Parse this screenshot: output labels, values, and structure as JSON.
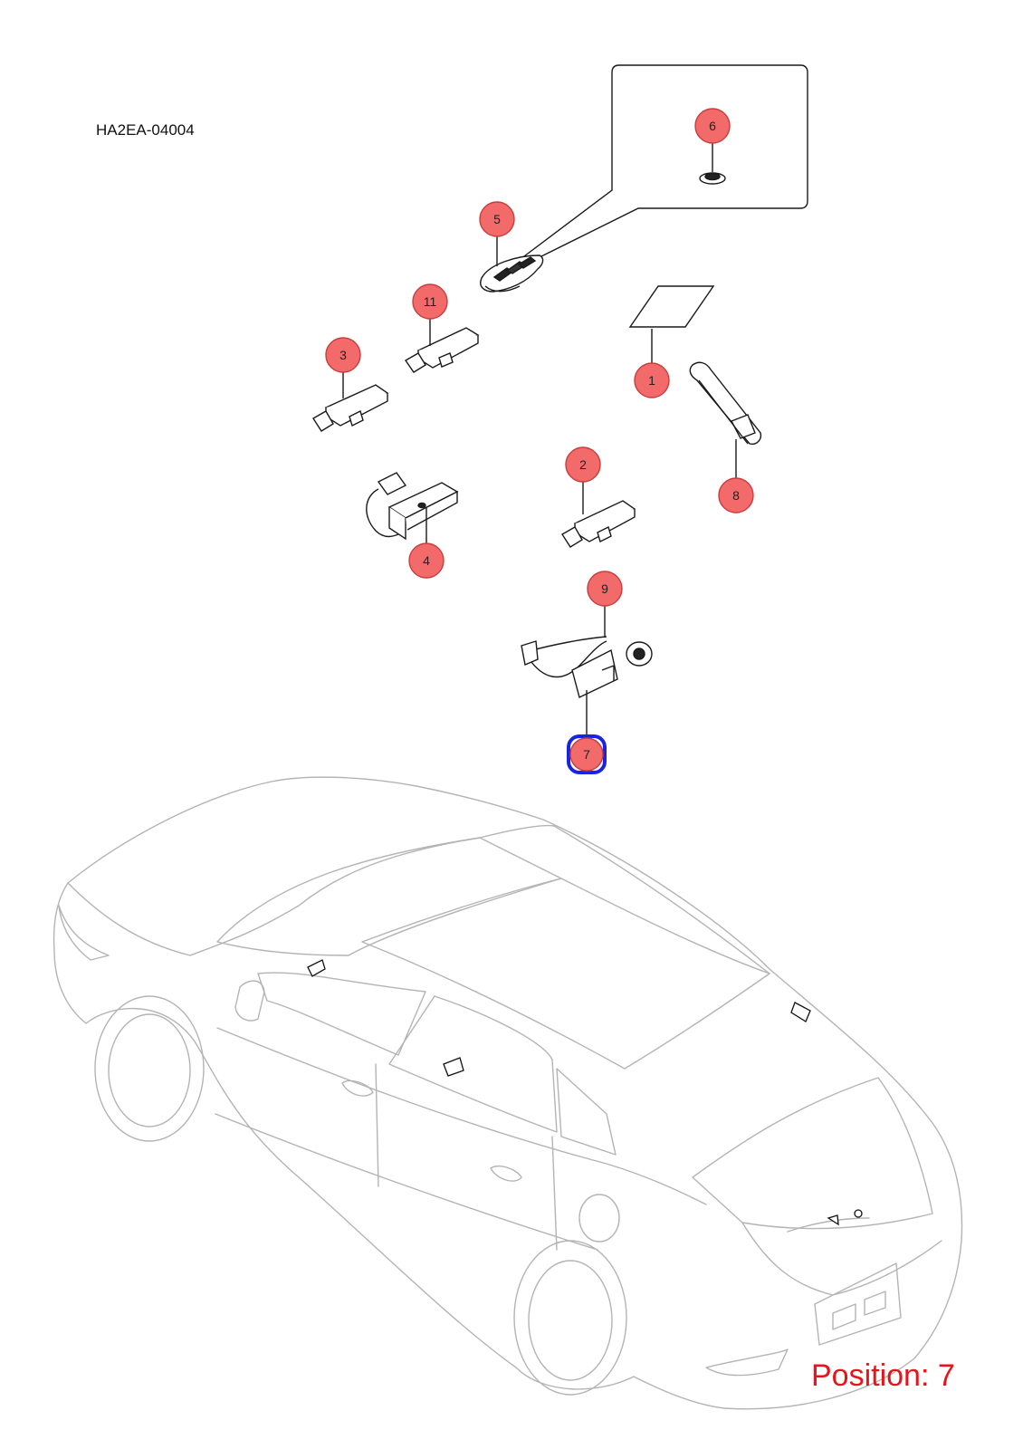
{
  "diagram": {
    "code": "HA2EA-04004",
    "position_label": "Position: 7",
    "selected_callout": "7",
    "colors": {
      "callout_fill": "#f26a6a",
      "callout_stroke": "#c83c3c",
      "selected_ring": "#1a22e6",
      "line_art": "#1a1a1a",
      "car_outline": "#b4b4b4",
      "position_text": "#e8141c"
    },
    "callouts": [
      {
        "label": "1",
        "part": "sticker-sheet"
      },
      {
        "label": "2",
        "part": "door-handle-antenna"
      },
      {
        "label": "3",
        "part": "door-handle-antenna"
      },
      {
        "label": "4",
        "part": "bracket-sensor"
      },
      {
        "label": "5",
        "part": "smart-key-fob"
      },
      {
        "label": "6",
        "part": "coin-battery"
      },
      {
        "label": "7",
        "part": "trunk-switch-bracket"
      },
      {
        "label": "8",
        "part": "interior-antenna-module"
      },
      {
        "label": "9",
        "part": "switch-harness"
      },
      {
        "label": "11",
        "part": "door-handle-antenna"
      }
    ]
  }
}
